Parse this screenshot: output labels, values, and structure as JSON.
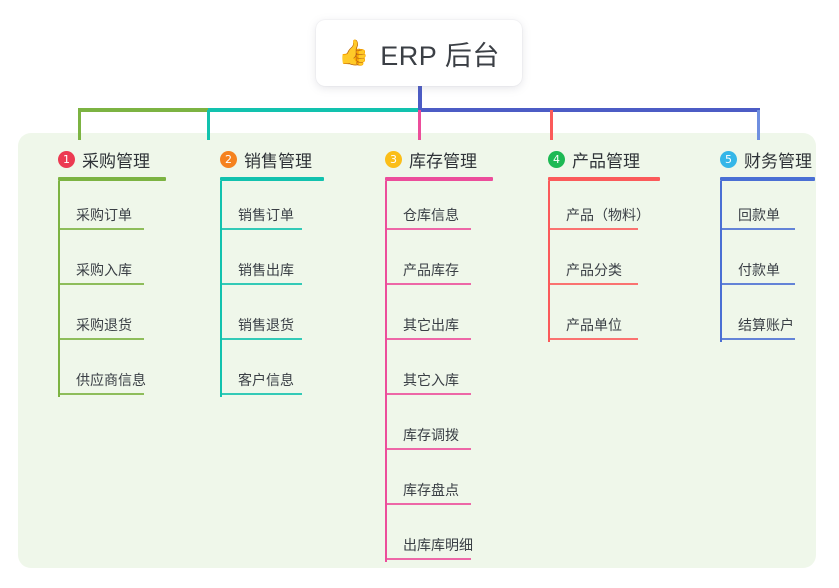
{
  "diagram": {
    "title": "ERP 后台",
    "root": {
      "emoji": "👍",
      "icon_name": "thumbs-up-icon",
      "label": "ERP 后台"
    },
    "panel_color": "#eff7ea",
    "trunk_color": "#4c5cc5",
    "bus_segments": [
      {
        "color": "#7cb342"
      },
      {
        "color": "#12c2ae"
      },
      {
        "color": "#4c5cc5"
      }
    ],
    "columns": [
      {
        "index": "1",
        "badge": "1",
        "badge_color": "#ec3a52",
        "line_color": "#7cb342",
        "title": "采购管理",
        "items": [
          "采购订单",
          "采购入库",
          "采购退货",
          "供应商信息"
        ]
      },
      {
        "index": "2",
        "badge": "2",
        "badge_color": "#f5821f",
        "line_color": "#12c2ae",
        "title": "销售管理",
        "items": [
          "销售订单",
          "销售出库",
          "销售退货",
          "客户信息"
        ]
      },
      {
        "index": "3",
        "badge": "3",
        "badge_color": "#fbbe18",
        "line_color": "#ec4d9b",
        "title": "库存管理",
        "items": [
          "仓库信息",
          "产品库存",
          "其它出库",
          "其它入库",
          "库存调拨",
          "库存盘点",
          "出库库明细"
        ]
      },
      {
        "index": "4",
        "badge": "4",
        "badge_color": "#1db954",
        "line_color": "#fb5a5a",
        "title": "产品管理",
        "items": [
          "产品（物料）",
          "产品分类",
          "产品单位"
        ]
      },
      {
        "index": "5",
        "badge": "5",
        "badge_color": "#35b6e8",
        "line_color": "#4a6fd4",
        "title": "财务管理",
        "items": [
          "回款单",
          "付款单",
          "结算账户"
        ]
      }
    ]
  }
}
